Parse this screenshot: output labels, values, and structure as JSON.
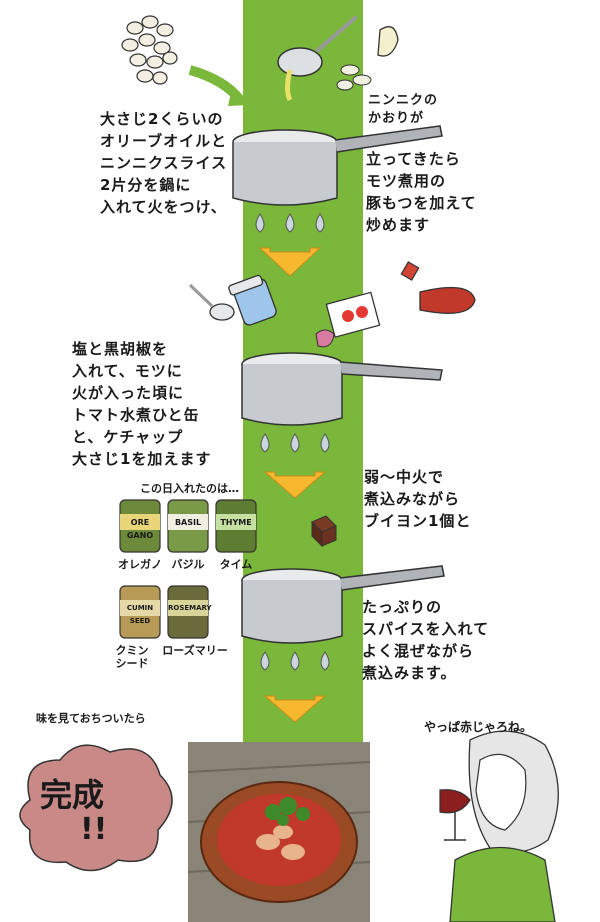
{
  "steps": {
    "step1": [
      "大さじ2くらいの",
      "オリーブオイルと",
      "ニンニクスライス",
      "2片分を鍋に",
      "入れて火をつけ、"
    ],
    "step2_top": [
      "ニンニクの",
      "かおりが"
    ],
    "step2": [
      "立ってきたら",
      "モツ煮用の",
      "豚もつを加えて",
      "炒めます"
    ],
    "step3": [
      "塩と黒胡椒を",
      "入れて、モツに",
      "火が入った頃に",
      "トマト水煮ひと缶",
      "と、ケチャップ",
      "大さじ1を加えます"
    ],
    "step4": [
      "弱～中火で",
      "煮込みながら",
      "ブイヨン1個と"
    ],
    "step5": [
      "たっぷりの",
      "スパイスを入れて",
      "よく混ぜながら",
      "煮込みます。"
    ],
    "spices_title": "この日入れたのは…",
    "taste_note": "味を見ておちついたら",
    "done": "完成",
    "done_ex": "!!",
    "wine_note": "やっぱ赤じゃろね。"
  },
  "spices": [
    {
      "jar": "ORE GANO",
      "name": "オレガノ"
    },
    {
      "jar": "BASIL",
      "name": "バジル"
    },
    {
      "jar": "THYME",
      "name": "タイム"
    },
    {
      "jar": "CUMIN SEED",
      "name": "クミン シード"
    },
    {
      "jar": "ROSEMARY",
      "name": "ローズマリー"
    }
  ],
  "colors": {
    "stripe": "#7ab73a",
    "arrow": "#f5b82e",
    "drop": "#c9d6dd",
    "pot": "#c7cbcf",
    "bubble": "#c98a87"
  }
}
